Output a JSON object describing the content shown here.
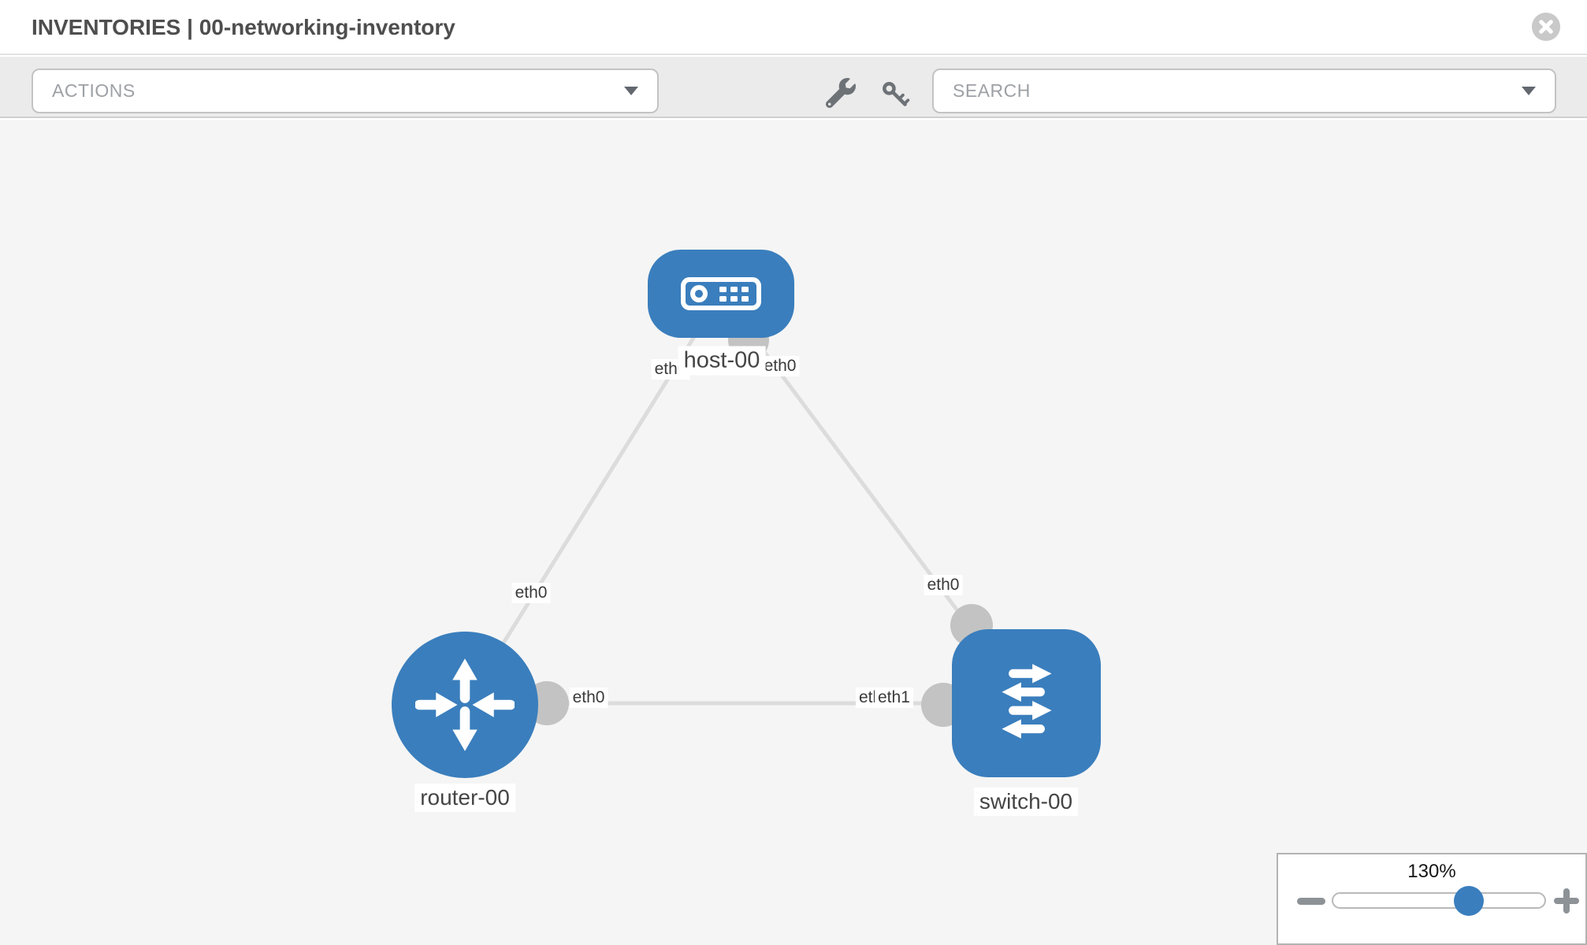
{
  "header": {
    "title": "INVENTORIES | 00-networking-inventory"
  },
  "toolbar": {
    "actions_label": "ACTIONS",
    "search_placeholder": "SEARCH"
  },
  "topology": {
    "nodes": [
      {
        "id": "host-00",
        "label": "host-00",
        "type": "host",
        "icon": "server-icon"
      },
      {
        "id": "router-00",
        "label": "router-00",
        "type": "router",
        "icon": "router-arrows-icon"
      },
      {
        "id": "switch-00",
        "label": "switch-00",
        "type": "switch",
        "icon": "switch-arrows-icon"
      }
    ],
    "links": [
      {
        "from": "router-00",
        "from_interface": "eth0",
        "to": "host-00",
        "to_interface": "eth0"
      },
      {
        "from": "host-00",
        "from_interface": "eth0",
        "to": "switch-00",
        "to_interface": "eth0"
      },
      {
        "from": "router-00",
        "from_interface": "eth0",
        "to": "switch-00",
        "to_interface": "eth1",
        "overlapped_label": "eth0"
      }
    ]
  },
  "zoom_control": {
    "level": "130%"
  },
  "colors": {
    "node_blue": "#3a7ebd",
    "link_gray": "#dcdcdc",
    "connector_gray": "#c3c3c3",
    "canvas_bg": "#f5f5f5",
    "toolbar_bg": "#ebebeb"
  }
}
